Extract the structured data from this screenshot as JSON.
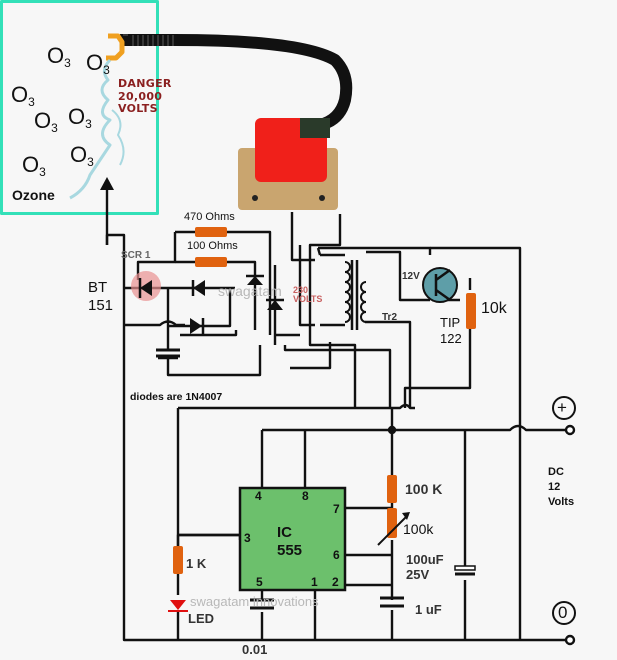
{
  "title": "Ozone Generator Circuit using IC 555 and Ignition Coil",
  "ozone_box": {
    "molecule_label": "O",
    "molecule_subscript": "3",
    "molecule_count": 7,
    "caption": "Ozone",
    "warning_lines": [
      "DANGER",
      "20,000",
      "VOLTS"
    ],
    "border_color": "#33e0b8"
  },
  "components": {
    "scr": {
      "label": "SCR 1",
      "part_line1": "BT",
      "part_line2": "151"
    },
    "r470": {
      "label": "470 Ohms"
    },
    "r100": {
      "label": "100 Ohms"
    },
    "transformer": {
      "primary_label_line1": "230",
      "primary_label_line2": "VOLTS",
      "secondary_tap": "12V",
      "name": "Tr2"
    },
    "transistor": {
      "part_line1": "TIP",
      "part_line2": "122"
    },
    "r10k": {
      "label": "10k"
    },
    "diode_note": "diodes are 1N4007",
    "ic": {
      "line1": "IC",
      "line2": "555",
      "pins": {
        "p4": "4",
        "p8": "8",
        "p7": "7",
        "p3": "3",
        "p6": "6",
        "p5": "5",
        "p1": "1",
        "p2": "2"
      }
    },
    "r100k": {
      "label": "100 K"
    },
    "pot100k": {
      "label": "100k"
    },
    "cap100uf": {
      "line1": "100uF",
      "line2": "25V"
    },
    "cap1uf": {
      "label": "1 uF"
    },
    "r1k": {
      "label": "1 K"
    },
    "led": {
      "label": "LED"
    },
    "cap001": {
      "label": "0.01"
    }
  },
  "supply": {
    "plus_symbol": "+",
    "zero_symbol": "0",
    "line1": "DC",
    "line2": "12",
    "line3": "Volts"
  },
  "watermarks": {
    "mid": "swagatam",
    "bottom": "swagatam innovations"
  },
  "colors": {
    "wire": "#111111",
    "resistor": "#e0620f",
    "ic_fill": "#6cc06c",
    "transistor_fill": "#5e9ea8",
    "coil_red": "#f0201a",
    "led_red": "#e01010",
    "scr_glow": "#e89090",
    "spark": "#a8d8e0",
    "hook": "#f0a020"
  }
}
